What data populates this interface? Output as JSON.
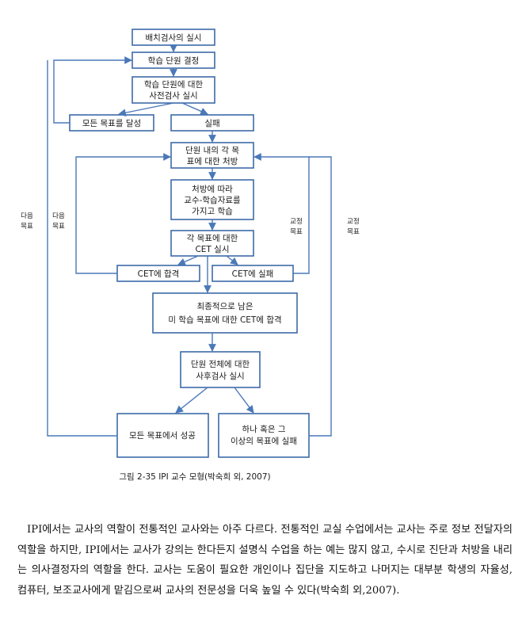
{
  "diagram": {
    "nodes": {
      "placement": "배치검사의 실시",
      "unit_decision": "학습 단원 결정",
      "pretest_1": "학습 단원에 대한",
      "pretest_2": "사전검사 실시",
      "all_goals": "모든 목표를 달성",
      "fail": "실패",
      "prescribe_1": "단원 내의 각 목",
      "prescribe_2": "표에 대한 처방",
      "learn_1": "처방에 따라",
      "learn_2": "교수-학습자료를",
      "learn_3": "가지고 학습",
      "cet_1": "각 목표에 대한",
      "cet_2": "CET 실시",
      "cet_pass": "CET에 합격",
      "cet_fail": "CET에 실패",
      "final_1": "최종적으로 남은",
      "final_2": "미 학습 목표에 대한 CET에 합격",
      "posttest_1": "단원 전체에 대한",
      "posttest_2": "사후검사 실시",
      "success": "모든 목표에서 성공",
      "some_fail_1": "하나 혹은 그",
      "some_fail_2": "이상의 목표에 실패"
    },
    "side_labels": {
      "next_goal_outer_1": "다음",
      "next_goal_outer_2": "목표",
      "next_goal_inner_1": "다음",
      "next_goal_inner_2": "목표",
      "correction_inner_1": "교정",
      "correction_inner_2": "목표",
      "correction_outer_1": "교정",
      "correction_outer_2": "목표"
    },
    "caption": "그림 2-35 IPI 교수 모형(박숙희 외, 2007)"
  },
  "paragraph": "IPI에서는 교사의 역할이 전통적인 교사와는 아주 다르다. 전통적인 교실 수업에서는 교사는 주로 정보 전달자의 역할을 하지만, IPI에서는 교사가 강의는 한다든지 설명식 수업을 하는 예는 많지 않고, 수시로 진단과 처방을 내리는 의사결정자의 역할을 한다. 교사는 도움이 필요한 개인이나 집단을 지도하고 나머지는 대부분 학생의 자율성, 컴퓨터, 보조교사에게 맡김으로써 교사의 전문성을 더욱 높일 수 있다(박숙희 외,2007).",
  "colors": {
    "box_border": "#3d6aa8",
    "arrow": "#4a78b8"
  }
}
